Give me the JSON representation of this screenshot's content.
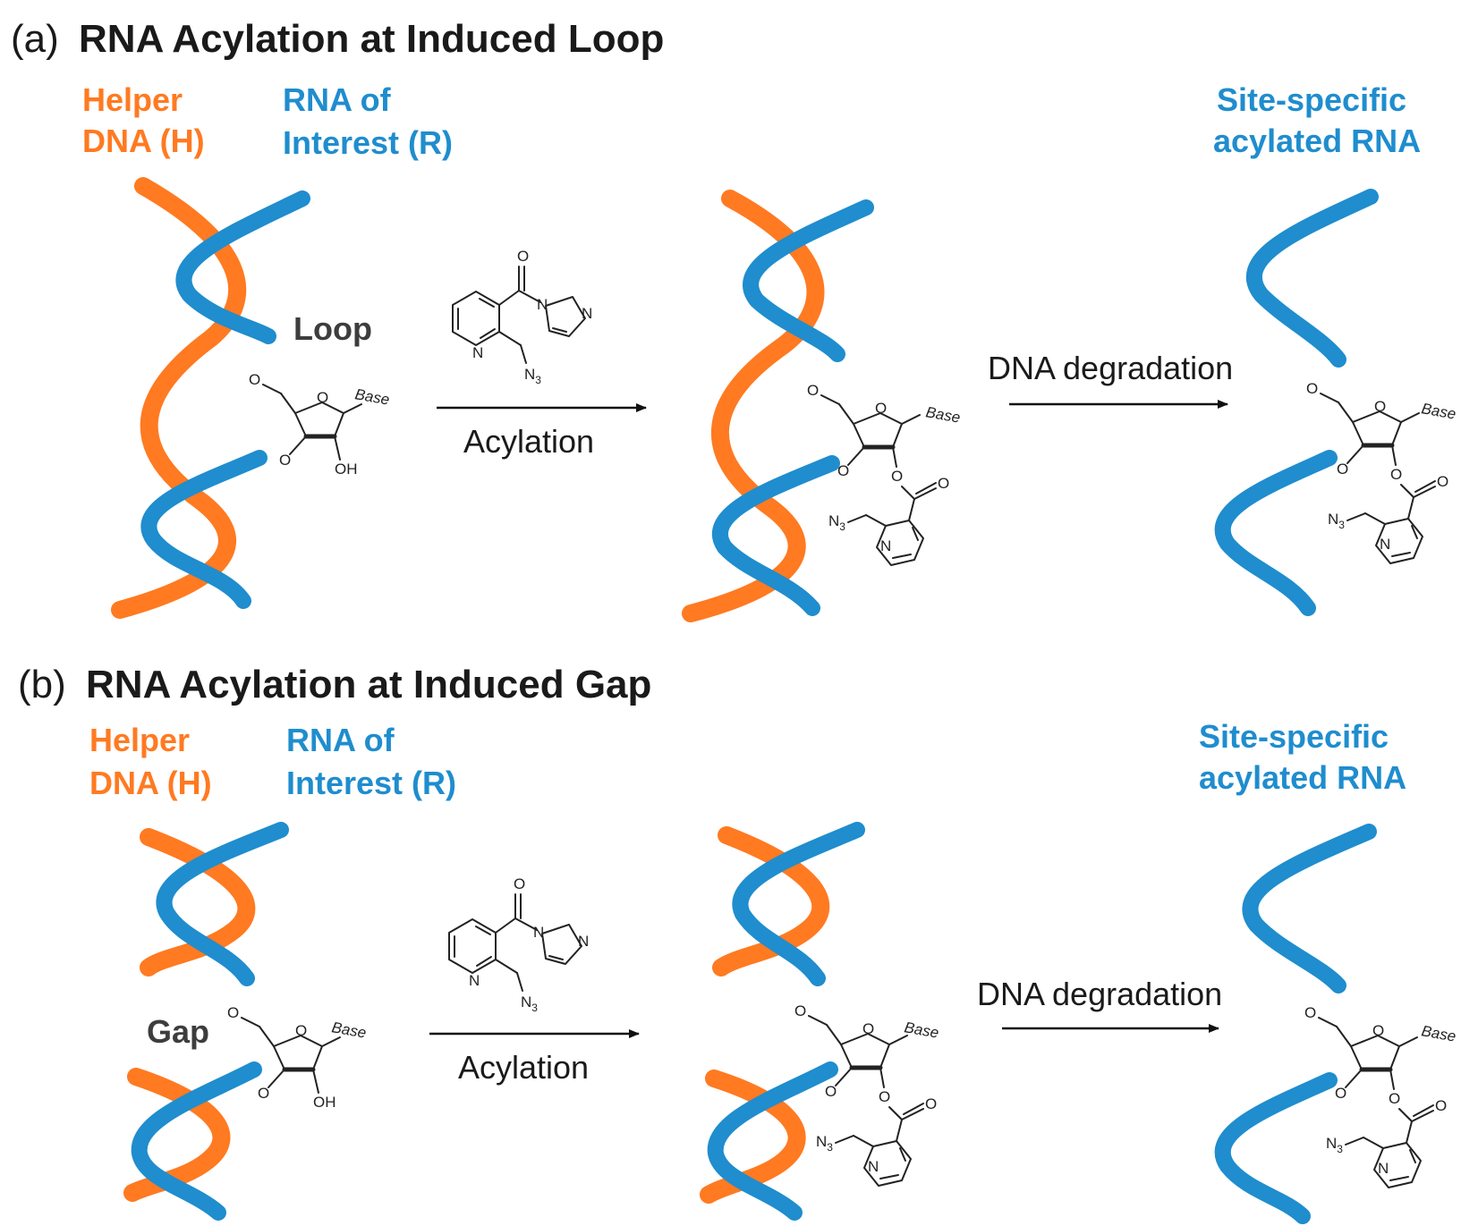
{
  "colors": {
    "helper_dna": "#ff7a21",
    "rna": "#1f8dce",
    "text": "#1a1a1a",
    "region_label": "#3d3d3d"
  },
  "panel_a": {
    "letter": "(a)",
    "title": "RNA Acylation at Induced Loop",
    "helper_label": [
      "Helper",
      "DNA (H)"
    ],
    "rna_label": [
      "RNA of",
      "Interest (R)"
    ],
    "region_label": "Loop",
    "step1_label": "Acylation",
    "step2_label": "DNA degradation",
    "product_label": [
      "Site-specific",
      "acylated RNA"
    ]
  },
  "panel_b": {
    "letter": "(b)",
    "title": "RNA Acylation at Induced Gap",
    "helper_label": [
      "Helper",
      "DNA (H)"
    ],
    "rna_label": [
      "RNA of",
      "Interest (R)"
    ],
    "region_label": "Gap",
    "step1_label": "Acylation",
    "step2_label": "DNA degradation",
    "product_label": [
      "Site-specific",
      "acylated RNA"
    ]
  },
  "chem_labels": {
    "base": "Base",
    "oxygen": "O",
    "hydroxyl": "OH",
    "nitrogen": "N",
    "azide": "N",
    "azide_sub": "3"
  }
}
